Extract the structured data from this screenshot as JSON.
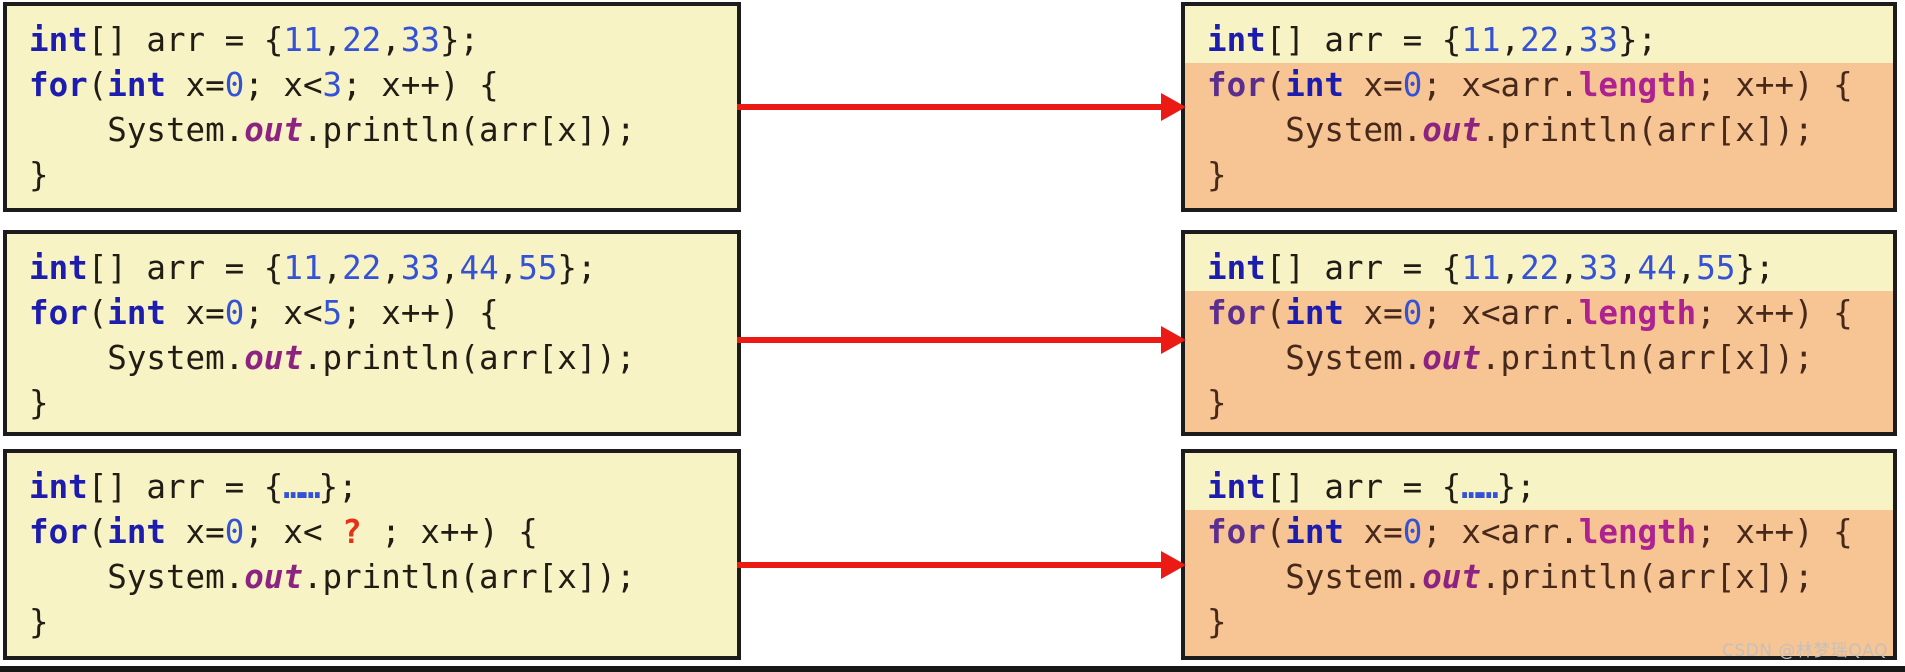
{
  "watermark": "CSDN @林梦瑶QAQ",
  "colors": {
    "box_yellow": "#f8f3c5",
    "box_orange": "#f7c493",
    "border": "#1c1c1c",
    "arrow_red": "#eb1a15",
    "keyword_blue": "#1c1cae",
    "keyword_purple": "#5b2d8e",
    "number_blue": "#3452d5",
    "field_out_purple": "#8c2380",
    "field_length_magenta": "#ad2190",
    "plain_on_yellow": "#211c14",
    "plain_on_orange": "#46291b",
    "question_red": "#e63119",
    "watermark_gray": "#c6c0ba"
  },
  "rows": [
    {
      "left": {
        "lines": [
          [
            {
              "t": "int",
              "c": "kw"
            },
            {
              "t": "[] arr = {",
              "c": "pl"
            },
            {
              "t": "11",
              "c": "num"
            },
            {
              "t": ",",
              "c": "pl"
            },
            {
              "t": "22",
              "c": "num"
            },
            {
              "t": ",",
              "c": "pl"
            },
            {
              "t": "33",
              "c": "num"
            },
            {
              "t": "};",
              "c": "pl"
            }
          ],
          [
            {
              "t": "for",
              "c": "kw"
            },
            {
              "t": "(",
              "c": "pl"
            },
            {
              "t": "int",
              "c": "kw"
            },
            {
              "t": " x=",
              "c": "pl"
            },
            {
              "t": "0",
              "c": "num"
            },
            {
              "t": "; x<",
              "c": "pl"
            },
            {
              "t": "3",
              "c": "num"
            },
            {
              "t": "; x++) {",
              "c": "pl"
            }
          ],
          [
            {
              "t": "    System.",
              "c": "pl"
            },
            {
              "t": "out",
              "c": "out"
            },
            {
              "t": ".println(arr[x]);",
              "c": "pl"
            }
          ],
          [
            {
              "t": "}",
              "c": "pl"
            }
          ]
        ]
      },
      "right": {
        "lines": [
          [
            {
              "t": "int",
              "c": "kw"
            },
            {
              "t": "[] arr = {",
              "c": "pl"
            },
            {
              "t": "11",
              "c": "num"
            },
            {
              "t": ",",
              "c": "pl"
            },
            {
              "t": "22",
              "c": "num"
            },
            {
              "t": ",",
              "c": "pl"
            },
            {
              "t": "33",
              "c": "num"
            },
            {
              "t": "};",
              "c": "pl"
            }
          ],
          [
            {
              "t": "for",
              "c": "kwp"
            },
            {
              "t": "(",
              "c": "pl"
            },
            {
              "t": "int",
              "c": "kw"
            },
            {
              "t": " x=",
              "c": "pl"
            },
            {
              "t": "0",
              "c": "num"
            },
            {
              "t": "; x<arr.",
              "c": "pl"
            },
            {
              "t": "length",
              "c": "len"
            },
            {
              "t": "; x++) {",
              "c": "pl"
            }
          ],
          [
            {
              "t": "    System.",
              "c": "pl"
            },
            {
              "t": "out",
              "c": "out"
            },
            {
              "t": ".println(arr[x]);",
              "c": "pl"
            }
          ],
          [
            {
              "t": "}",
              "c": "pl"
            }
          ]
        ]
      }
    },
    {
      "left": {
        "lines": [
          [
            {
              "t": "int",
              "c": "kw"
            },
            {
              "t": "[] arr = {",
              "c": "pl"
            },
            {
              "t": "11",
              "c": "num"
            },
            {
              "t": ",",
              "c": "pl"
            },
            {
              "t": "22",
              "c": "num"
            },
            {
              "t": ",",
              "c": "pl"
            },
            {
              "t": "33",
              "c": "num"
            },
            {
              "t": ",",
              "c": "pl"
            },
            {
              "t": "44",
              "c": "num"
            },
            {
              "t": ",",
              "c": "pl"
            },
            {
              "t": "55",
              "c": "num"
            },
            {
              "t": "};",
              "c": "pl"
            }
          ],
          [
            {
              "t": "for",
              "c": "kw"
            },
            {
              "t": "(",
              "c": "pl"
            },
            {
              "t": "int",
              "c": "kw"
            },
            {
              "t": " x=",
              "c": "pl"
            },
            {
              "t": "0",
              "c": "num"
            },
            {
              "t": "; x<",
              "c": "pl"
            },
            {
              "t": "5",
              "c": "num"
            },
            {
              "t": "; x++) {",
              "c": "pl"
            }
          ],
          [
            {
              "t": "    System.",
              "c": "pl"
            },
            {
              "t": "out",
              "c": "out"
            },
            {
              "t": ".println(arr[x]);",
              "c": "pl"
            }
          ],
          [
            {
              "t": "}",
              "c": "pl"
            }
          ]
        ]
      },
      "right": {
        "lines": [
          [
            {
              "t": "int",
              "c": "kw"
            },
            {
              "t": "[] arr = {",
              "c": "pl"
            },
            {
              "t": "11",
              "c": "num"
            },
            {
              "t": ",",
              "c": "pl"
            },
            {
              "t": "22",
              "c": "num"
            },
            {
              "t": ",",
              "c": "pl"
            },
            {
              "t": "33",
              "c": "num"
            },
            {
              "t": ",",
              "c": "pl"
            },
            {
              "t": "44",
              "c": "num"
            },
            {
              "t": ",",
              "c": "pl"
            },
            {
              "t": "55",
              "c": "num"
            },
            {
              "t": "};",
              "c": "pl"
            }
          ],
          [
            {
              "t": "for",
              "c": "kwp"
            },
            {
              "t": "(",
              "c": "pl"
            },
            {
              "t": "int",
              "c": "kw"
            },
            {
              "t": " x=",
              "c": "pl"
            },
            {
              "t": "0",
              "c": "num"
            },
            {
              "t": "; x<arr.",
              "c": "pl"
            },
            {
              "t": "length",
              "c": "len"
            },
            {
              "t": "; x++) {",
              "c": "pl"
            }
          ],
          [
            {
              "t": "    System.",
              "c": "pl"
            },
            {
              "t": "out",
              "c": "out"
            },
            {
              "t": ".println(arr[x]);",
              "c": "pl"
            }
          ],
          [
            {
              "t": "}",
              "c": "pl"
            }
          ]
        ]
      }
    },
    {
      "left": {
        "lines": [
          [
            {
              "t": "int",
              "c": "kw"
            },
            {
              "t": "[] arr = {",
              "c": "pl"
            },
            {
              "t": "……",
              "c": "dots"
            },
            {
              "t": "};",
              "c": "pl"
            }
          ],
          [
            {
              "t": "for",
              "c": "kw"
            },
            {
              "t": "(",
              "c": "pl"
            },
            {
              "t": "int",
              "c": "kw"
            },
            {
              "t": " x=",
              "c": "pl"
            },
            {
              "t": "0",
              "c": "num"
            },
            {
              "t": "; x< ",
              "c": "pl"
            },
            {
              "t": "?",
              "c": "red"
            },
            {
              "t": " ; x++) {",
              "c": "pl"
            }
          ],
          [
            {
              "t": "    System.",
              "c": "pl"
            },
            {
              "t": "out",
              "c": "out"
            },
            {
              "t": ".println(arr[x]);",
              "c": "pl"
            }
          ],
          [
            {
              "t": "}",
              "c": "pl"
            }
          ]
        ]
      },
      "right": {
        "lines": [
          [
            {
              "t": "int",
              "c": "kw"
            },
            {
              "t": "[] arr = {",
              "c": "pl"
            },
            {
              "t": "……",
              "c": "dots"
            },
            {
              "t": "};",
              "c": "pl"
            }
          ],
          [
            {
              "t": "for",
              "c": "kwp"
            },
            {
              "t": "(",
              "c": "pl"
            },
            {
              "t": "int",
              "c": "kw"
            },
            {
              "t": " x=",
              "c": "pl"
            },
            {
              "t": "0",
              "c": "num"
            },
            {
              "t": "; x<arr.",
              "c": "pl"
            },
            {
              "t": "length",
              "c": "len"
            },
            {
              "t": "; x++) {",
              "c": "pl"
            }
          ],
          [
            {
              "t": "    System.",
              "c": "pl"
            },
            {
              "t": "out",
              "c": "out"
            },
            {
              "t": ".println(arr[x]);",
              "c": "pl"
            }
          ],
          [
            {
              "t": "}",
              "c": "pl"
            }
          ]
        ]
      }
    }
  ]
}
